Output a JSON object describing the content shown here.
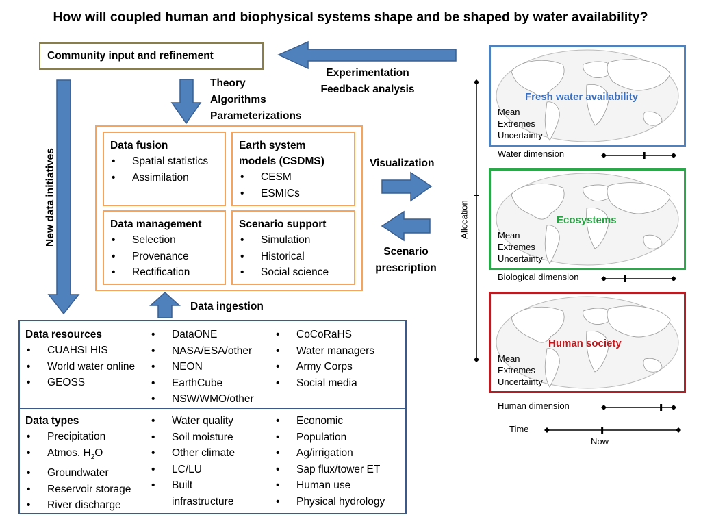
{
  "title": "How will coupled human and biophysical systems shape and be shaped by water availability?",
  "community_box": "Community input and refinement",
  "experimentation": [
    "Experimentation",
    "Feedback analysis"
  ],
  "theory": [
    "Theory",
    "Algorithms",
    "Parameterizations"
  ],
  "new_data": "New data initiatives",
  "visualization": "Visualization",
  "scenario_prescription": [
    "Scenario",
    "prescription"
  ],
  "data_ingestion": "Data ingestion",
  "panels": {
    "fusion": {
      "title": "Data fusion",
      "items": [
        "Spatial statistics",
        "Assimilation"
      ]
    },
    "esm": {
      "title": [
        "Earth system",
        "models (CSDMS)"
      ],
      "items": [
        "CESM",
        "ESMICs"
      ]
    },
    "management": {
      "title": "Data management",
      "items": [
        "Selection",
        "Provenance",
        "Rectification"
      ]
    },
    "scenario": {
      "title": "Scenario support",
      "items": [
        "Simulation",
        "Historical",
        "Social science"
      ]
    }
  },
  "resources": {
    "title": "Data resources",
    "col1": [
      "CUAHSI HIS",
      "World water online",
      "GEOSS"
    ],
    "col2": [
      "DataONE",
      "NASA/ESA/other",
      "NEON",
      "EarthCube",
      "NSW/WMO/other"
    ],
    "col3": [
      "CoCoRaHS",
      "Water managers",
      "Army Corps",
      "Social media"
    ]
  },
  "types": {
    "title": "Data types",
    "col1": [
      "Precipitation",
      "Atmos. H2O",
      "Groundwater",
      "Reservoir storage",
      "River discharge"
    ],
    "col2": [
      "Water quality",
      "Soil moisture",
      "Other climate",
      "LC/LU",
      "Built infrastructure"
    ],
    "col3": [
      "Economic",
      "Population",
      "Ag/irrigation",
      "Sap flux/tower ET",
      "Human use",
      "Physical hydrology"
    ]
  },
  "maps": [
    {
      "title": "Fresh water availability",
      "color": "#3a6fbf",
      "border": "#4f81bd",
      "stats": [
        "Mean",
        "Extremes",
        "Uncertainty"
      ],
      "dimension": "Water dimension",
      "marker": 0.58
    },
    {
      "title": "Ecosystems",
      "color": "#27a243",
      "border": "#2ba84a",
      "stats": [
        "Mean",
        "Extremes",
        "Uncertainty"
      ],
      "dimension": "Biological dimension",
      "marker": 0.3
    },
    {
      "title": "Human society",
      "color": "#c0191d",
      "border": "#b21f24",
      "stats": [
        "Mean",
        "Extremes",
        "Uncertainty"
      ],
      "dimension": "Human dimension",
      "marker": 0.82
    }
  ],
  "allocation": "Allocation",
  "time": {
    "label": "Time",
    "now": "Now",
    "marker": 0.42
  },
  "colors": {
    "arrow": "#4f81bd",
    "arrow_stroke": "#3a5f8f"
  }
}
